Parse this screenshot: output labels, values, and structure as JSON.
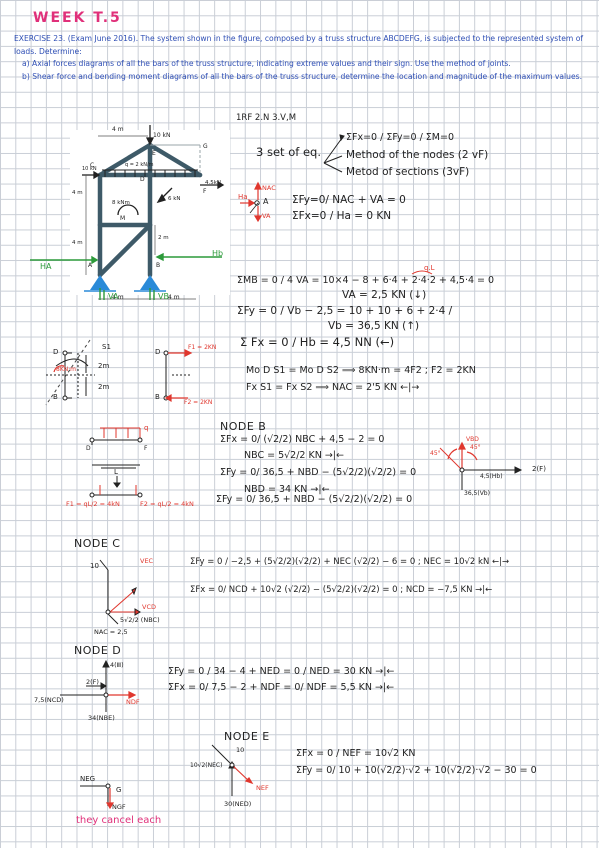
{
  "header": {
    "week": "WEEK  T.5"
  },
  "statement": {
    "intro": "EXERCISE 23. (Exam June 2016). The system shown in the figure, composed by a truss structure ABCDEFG, is subjected to the represented system of loads. Determine:",
    "part_a": "a) Axial forces diagrams of all the bars of the truss structure, indicating extreme values and their sign. Use the method of joints.",
    "part_b": "b) Shear force and bending moment diagrams of all the bars of the truss structure, determine the location and magnitude of the maximum values."
  },
  "figure": {
    "dim_4m_top": "4 m",
    "load_10kn_top": "10 kN",
    "node_e": "E",
    "node_g": "G",
    "node_d": "D",
    "node_c": "C",
    "load_10kn_left": "10 kN",
    "dist_load": "q = 2 kN/m",
    "load_45kn": "4.5kN",
    "node_f": "F",
    "load_6kn": "6 kN",
    "moment_8knm": "8 kNm",
    "node_m": "M",
    "dim_2m": "2 m",
    "dim_4m_left": "4 m",
    "dim_4m_left2": "4 m",
    "node_a": "A",
    "node_b": "B",
    "dim_4m_bottom1": "4 m",
    "dim_4m_bottom2": "4 m",
    "ha": "HA",
    "va": "VA",
    "vb": "VB",
    "hb": "Hb"
  },
  "notes": {
    "list_top": "1RF    2.N     3.V,M",
    "three_set": "3 set of eq.",
    "eq_global": "ΣFx=0 / ΣFy=0 / ΣM=0",
    "method_nodes": "Method of the nodes  (2 vF)",
    "method_sections": "Metod of sections  (3vF)",
    "nac_label": "NAC",
    "ha_label": "Ha",
    "a_label": "A",
    "va_label": "VA",
    "eq_a1": "ΣFy=0/ NAC + VA = 0",
    "eq_a2": "ΣFx=0 / Ha = 0 KN",
    "ql_label": "q.L",
    "eq_mb": "ΣMB = 0 / 4 VA = 10×4 − 8 + 6·4 + 2·4·2 + 4,5·4 = 0",
    "eq_va": "VA = 2,5 KN (↓)",
    "eq_fy": "ΣFy = 0 / Vb − 2,5 = 10 + 10 + 6 + 2·4  /",
    "eq_vb": "Vb = 36,5 KN (↑)",
    "eq_fx": "Σ Fx = 0 / Hb = 4,5 NN (←)",
    "s1_label": "S1",
    "d_label": "D",
    "b_label": "B",
    "m_label": "8KN·m",
    "dim_2m_a": "2m",
    "dim_2m_b": "2m",
    "f1_label": "F1 = 2KN",
    "f2_label": "F2 = 2KN",
    "eq_mo": "Mo D S1 = Mo D S2  ⟹  8KN·m = 4F2  ;  F2 = 2KN",
    "eq_fx_s": "Fx S1 = Fx S2   ⟹   NAC = 2'5 KN   ←|→",
    "node_b_title": "NODE B",
    "eq_nb1": "ΣFx = 0/ (√2/2) NBC + 4,5 − 2 = 0",
    "eq_nbc": "NBC = 5√2/2 KN  →|←",
    "eq_nb2": "ΣFy = 0/ 36,5 + NBD − (5√2/2)(√2/2) = 0",
    "eq_nbd": "NBD = 34 KN  →|←",
    "vbd_label": "VBD",
    "ang45a": "45°",
    "ang45b": "45°",
    "hb_label": "4,5(Hb)",
    "two_label": "2(F)",
    "vb_label": "36,5(Vb)",
    "beam_q": "q",
    "beam_l": "L",
    "beam_d": "D",
    "beam_f": "F",
    "beam_eq_left": "F1 = qL/2 = 4kN",
    "beam_eq_right": "F2 = qL/2 = 4kN",
    "node_c_title": "NODE C",
    "eq_nc1": "ΣFy = 0 / −2,5 + (5√2/2)(√2/2) + NEC (√2/2) − 6 = 0   ;   NEC = 10√2 kN  ←|→",
    "eq_nc2": "ΣFx = 0/ NCD + 10√2 (√2/2) − (5√2/2)(√2/2) = 0  ;  NCD = −7,5 KN  →|←",
    "c10": "10",
    "vec": "VEC",
    "vcd": "VCD",
    "nbc_c": "5√2/2 (NBC)",
    "nac_c": "NAC = 2,5",
    "node_d_title": "NODE D",
    "eq_nd1": "ΣFy = 0 / 34 − 4 + NED = 0 / NED = 30 KN  →|←",
    "eq_nd2": "ΣFx = 0/ 7,5 − 2 + NDF = 0/ NDF = 5,5 KN  →|←",
    "d4": "4(Ⅲ)",
    "d2": "2(F)",
    "d75": "7,5(NCD)",
    "ndf": "NDF",
    "d34": "34(NBE)",
    "node_e_title": "NODE E",
    "eq_ne1": "ΣFx = 0 / NEF = 10√2 KN",
    "eq_ne2": "ΣFy = 0/ 10 + 10(√2/2)·√2 + 10(√2/2)·√2 − 30 = 0",
    "e10": "10",
    "e_nec": "10√2(NEC)",
    "e_nef": "NEF",
    "e_ned": "30(NED)",
    "g_neg": "NEG",
    "g_label": "G",
    "g_ngf": "NGF",
    "cancel": "they cancel each"
  }
}
